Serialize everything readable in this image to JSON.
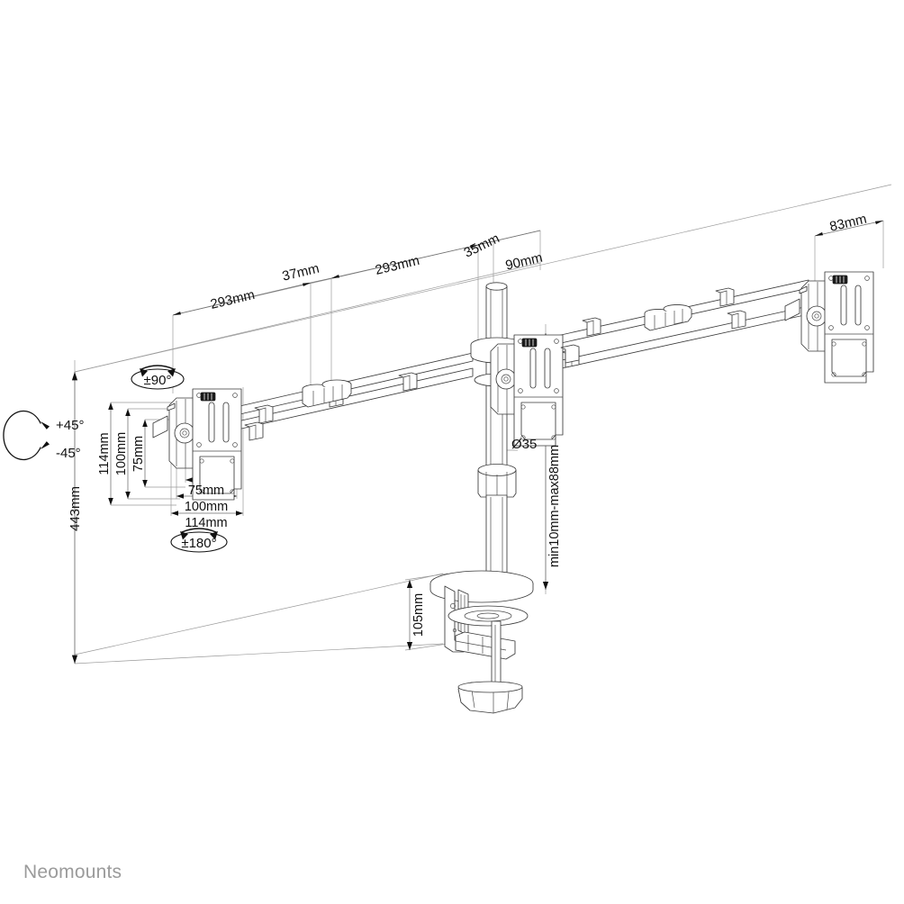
{
  "document": {
    "type": "technical-dimension-drawing",
    "product": "triple monitor desk mount",
    "brand": "Neomounts",
    "background_color": "#ffffff",
    "line_color": "#3a3a3a",
    "brand_color": "#9b9b9b"
  },
  "dimensions": {
    "arm_left_reach": "293mm",
    "arm_offset": "37mm",
    "arm_right_reach": "293mm",
    "pole_top_offset": "35mm",
    "head_depth": "90mm",
    "right_head_width": "83mm",
    "total_height": "443mm",
    "pole_diameter": "Ø35",
    "clamp_height": "105mm",
    "desk_thickness": "min10mm-max88mm",
    "vesa_v_114": "114mm",
    "vesa_v_100": "100mm",
    "vesa_v_75": "75mm",
    "vesa_h_75": "75mm",
    "vesa_h_100": "100mm",
    "vesa_h_114": "114mm"
  },
  "rotation_labels": {
    "swivel_head": "±90°",
    "rotate_plate": "±180°",
    "tilt_up": "+45°",
    "tilt_down": "-45°"
  },
  "notes": {
    "units": "mm",
    "projection": "isometric"
  }
}
